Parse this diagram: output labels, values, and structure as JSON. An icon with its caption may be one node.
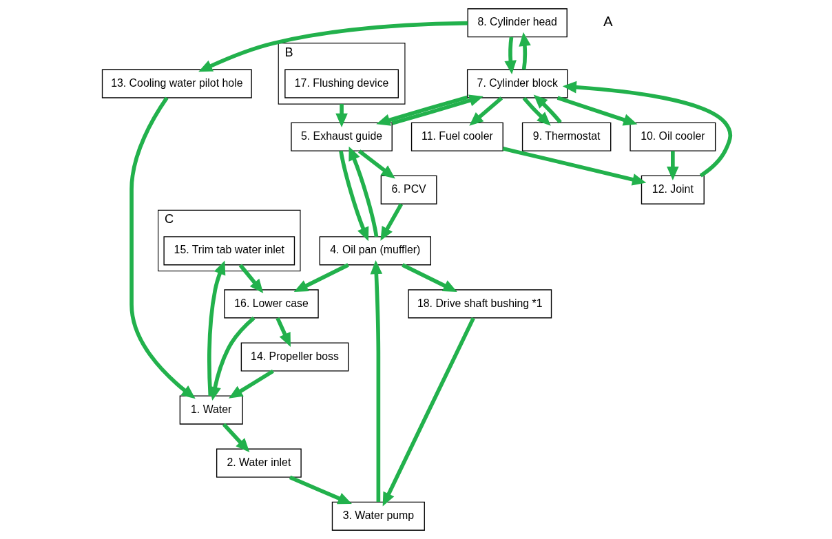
{
  "diagram": {
    "nodes": [
      {
        "text": [
          "8. Cylinder head"
        ]
      },
      {
        "text": [
          "10. Oil cooler"
        ]
      },
      {
        "text": [
          "12. Joint"
        ]
      },
      {
        "text": [
          "7. Cylinder block"
        ]
      },
      {
        "text": [
          "9. Thermostat"
        ]
      },
      {
        "text": [
          "11. Fuel cooler"
        ]
      },
      {
        "text": [
          "6. PCV"
        ]
      },
      {
        "text": [
          "5. Exhaust guide"
        ]
      },
      {
        "text": [
          "B"
        ]
      },
      {
        "text": [
          "17. Flushing device"
        ],
        "in": 8
      },
      {
        "text": [
          "16. Lower case"
        ]
      },
      {
        "text": [
          "4. Oil pan (muffler)"
        ]
      },
      {
        "text": [
          "18. Drive shaft bushing *1"
        ]
      },
      {
        "text": [
          "14. Propeller boss"
        ]
      },
      {
        "text": [
          "C"
        ]
      },
      {
        "text": [
          "15. Trim tab water inlet"
        ],
        "in": 14
      },
      {
        "text": [
          "3. Water pump"
        ]
      },
      {
        "text": [
          "2. Water inlet"
        ]
      },
      {
        "text": [
          "13. Cooling water pilot hole"
        ]
      },
      {
        "text": [
          "1. Water"
        ]
      }
    ],
    "edges": [
      {
        "from": 0,
        "to": 3,
        "arrow": "to"
      },
      {
        "from": 3,
        "to": 0,
        "arrow": "to"
      },
      {
        "from": 0,
        "to": 18,
        "arrow": "to"
      },
      {
        "from": 3,
        "to": 1,
        "arrow": "to"
      },
      {
        "from": 1,
        "to": 2,
        "arrow": "to"
      },
      {
        "from": 5,
        "to": 2,
        "arrow": "to"
      },
      {
        "from": 2,
        "to": 3,
        "arrow": "to"
      },
      {
        "from": 3,
        "to": 5,
        "arrow": "to"
      },
      {
        "from": 3,
        "to": 4,
        "arrow": "to"
      },
      {
        "from": 4,
        "to": 3,
        "arrow": "to"
      },
      {
        "from": 3,
        "to": 7,
        "arrow": "to"
      },
      {
        "from": 7,
        "to": 3,
        "arrow": "to"
      },
      {
        "from": 7,
        "to": 6,
        "arrow": "to"
      },
      {
        "from": 6,
        "to": 11,
        "arrow": "to"
      },
      {
        "from": 8,
        "to": 7,
        "arrow": "to"
      },
      {
        "from": 7,
        "to": 11,
        "arrow": "to"
      },
      {
        "from": 11,
        "to": 7,
        "arrow": "to"
      },
      {
        "from": 11,
        "to": 10,
        "arrow": "to"
      },
      {
        "from": 11,
        "to": 12,
        "arrow": "to"
      },
      {
        "from": 12,
        "to": 16,
        "arrow": "to"
      },
      {
        "from": 16,
        "to": 11,
        "arrow": "to"
      },
      {
        "from": 17,
        "to": 16,
        "arrow": "to"
      },
      {
        "from": 19,
        "to": 17,
        "arrow": "to"
      },
      {
        "from": 19,
        "to": 15,
        "arrow": "to"
      },
      {
        "from": 15,
        "to": 10,
        "arrow": "to"
      },
      {
        "from": 10,
        "to": 19,
        "arrow": "to"
      },
      {
        "from": 10,
        "to": 13,
        "arrow": "to"
      },
      {
        "from": 13,
        "to": 19,
        "arrow": "to"
      },
      {
        "from": 18,
        "to": 19,
        "arrow": "to"
      }
    ],
    "labels": [
      "A"
    ]
  }
}
